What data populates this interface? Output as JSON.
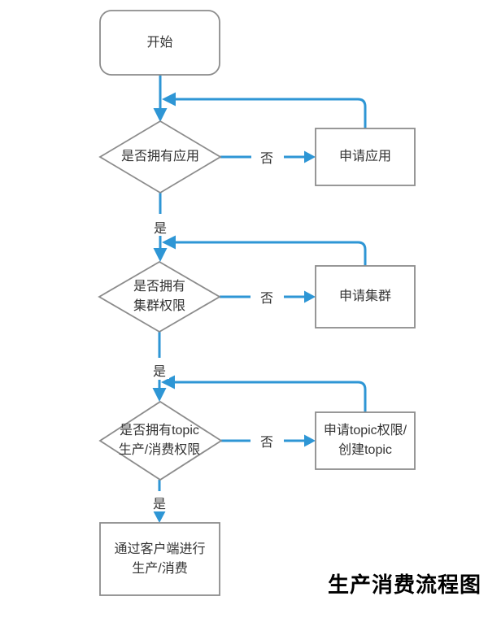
{
  "title": {
    "text": "生产消费流程图"
  },
  "colors": {
    "connector_blue": "#2E96D5",
    "shape_border_gray": "#8C8C8C",
    "label_text": "#333333",
    "title_text": "#000000",
    "background": "#FFFFFF"
  },
  "nodes": {
    "start": {
      "type": "terminator",
      "label": "开始"
    },
    "decision_has_app": {
      "type": "decision",
      "label": "是否拥有应用"
    },
    "apply_app": {
      "type": "process",
      "label": "申请应用"
    },
    "decision_has_cluster_permission": {
      "type": "decision",
      "label": "是否拥有\n集群权限"
    },
    "apply_cluster": {
      "type": "process",
      "label": "申请集群"
    },
    "decision_has_topic_permission": {
      "type": "decision",
      "label": "是否拥有topic\n生产/消费权限"
    },
    "apply_topic_permission": {
      "type": "process",
      "label": "申请topic权限/\n创建topic"
    },
    "produce_consume_via_client": {
      "type": "process",
      "label": "通过客户端进行\n生产/消费"
    }
  },
  "edges": {
    "has_app_no": {
      "label": "否"
    },
    "has_app_yes": {
      "label": "是"
    },
    "has_cluster_no": {
      "label": "否"
    },
    "has_cluster_yes": {
      "label": "是"
    },
    "has_topic_no": {
      "label": "否"
    },
    "has_topic_yes": {
      "label": "是"
    }
  }
}
